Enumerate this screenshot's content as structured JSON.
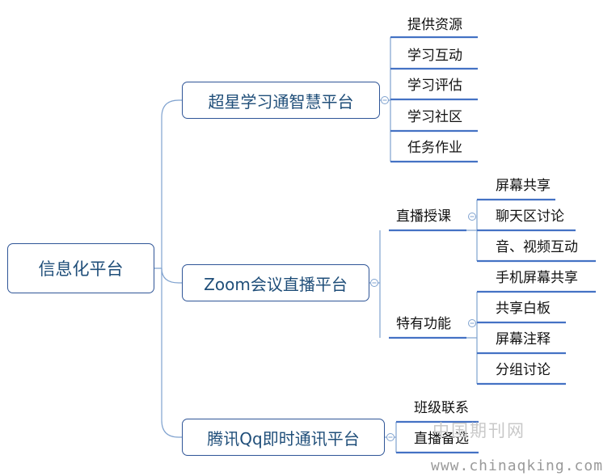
{
  "root": "信息化平台",
  "branches": [
    {
      "label": "超星学习通智慧平台",
      "items": [
        "提供资源",
        "学习互动",
        "学习评估",
        "学习社区",
        "任务作业"
      ]
    },
    {
      "label": "Zoom会议直播平台",
      "groups": [
        {
          "label": "直播授课",
          "items": [
            "屏幕共享",
            "聊天区讨论",
            "音、视频互动"
          ]
        },
        {
          "label": "特有功能",
          "items": [
            "手机屏幕共享",
            "共享白板",
            "屏幕注释",
            "分组讨论"
          ]
        }
      ]
    },
    {
      "label": "腾讯Qq即时通讯平台",
      "items": [
        "班级联系",
        "直播备选"
      ]
    }
  ],
  "watermark": {
    "cn": "中国期刊网",
    "url": "www.chinaqking.com"
  },
  "colors": {
    "line": "#6A93C8",
    "box_border": "#2F5597",
    "text_blue": "#1F4E79",
    "underline": "#4472C4"
  }
}
